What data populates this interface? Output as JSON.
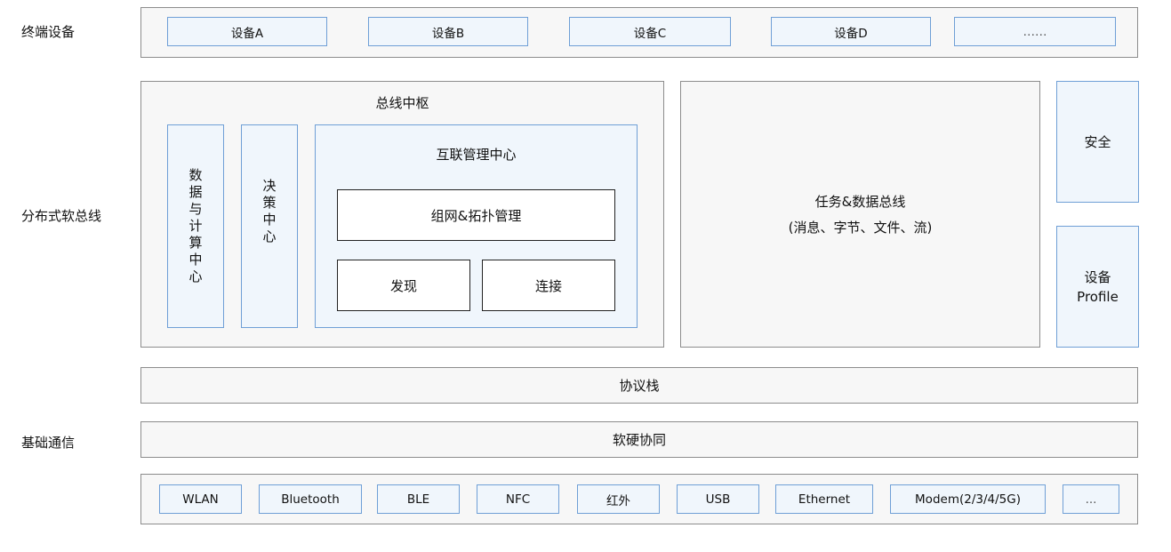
{
  "row_labels": {
    "terminal": "终端设备",
    "softbus": "分布式软总线",
    "basic": "基础通信"
  },
  "devices": [
    "设备A",
    "设备B",
    "设备C",
    "设备D",
    "……"
  ],
  "bus_center": {
    "title": "总线中枢",
    "data_compute": [
      "数",
      "据",
      "与",
      "计",
      "算",
      "中",
      "心"
    ],
    "decision": [
      "决",
      "策",
      "中",
      "心"
    ],
    "interconnect": {
      "title": "互联管理中心",
      "topology": "组网&拓扑管理",
      "discover": "发现",
      "connect": "连接"
    }
  },
  "task_bus": {
    "line1": "任务&数据总线",
    "line2": "(消息、字节、文件、流)"
  },
  "security": "安全",
  "device_profile": {
    "line1": "设备",
    "line2": "Profile"
  },
  "protocol_stack": "协议栈",
  "hw_sw": "软硬协同",
  "comms": [
    "WLAN",
    "Bluetooth",
    "BLE",
    "NFC",
    "红外",
    "USB",
    "Ethernet",
    "Modem(2/3/4/5G)",
    "..."
  ]
}
